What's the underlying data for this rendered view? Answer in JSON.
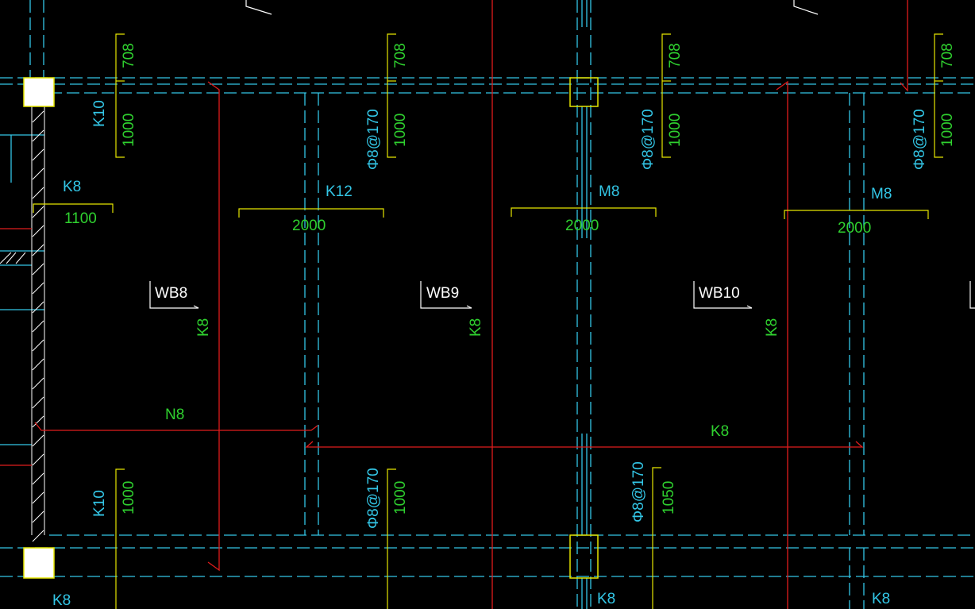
{
  "colors": {
    "background": "#000000",
    "cyan": "#33c6e6",
    "green": "#2fd12f",
    "yellow": "#e6e600",
    "red": "#e01c1c",
    "white": "#ffffff"
  },
  "labels": {
    "dim_708": "708",
    "dim_1000": "1000",
    "dim_1050": "1050",
    "dim_1100": "1100",
    "dim_2000": "2000",
    "rebar_spacing": "Φ8@170",
    "K8": "K8",
    "K10": "K10",
    "K12": "K12",
    "M8": "M8",
    "N8": "N8",
    "slab_wb8": "WB8",
    "slab_wb9": "WB9",
    "slab_wb10": "WB10"
  }
}
